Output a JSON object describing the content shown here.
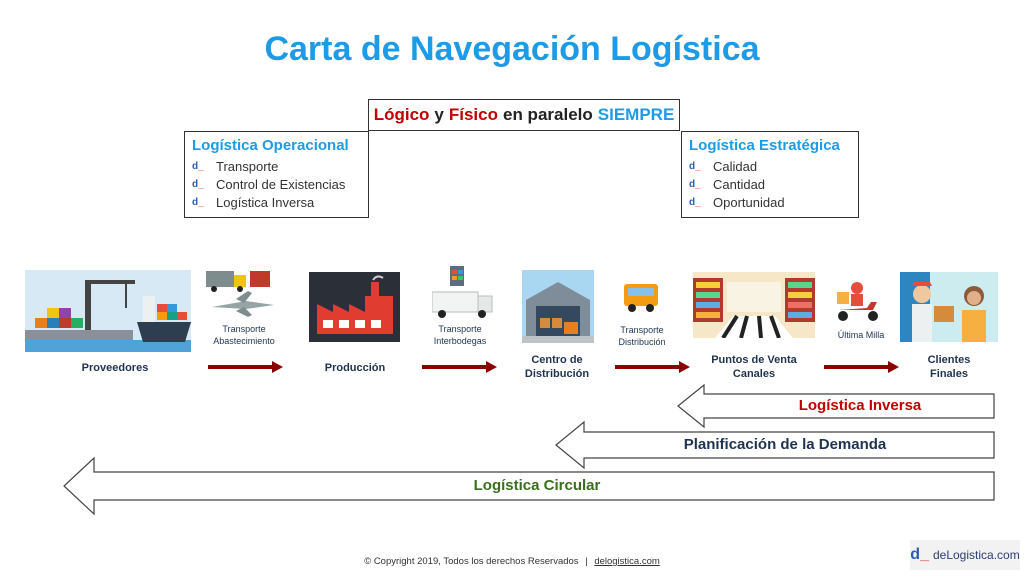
{
  "title": "Carta de Navegación Logística",
  "subtitle": {
    "part1": "Lógico",
    "part2": "y",
    "part3": "Físico",
    "part4": "en paralelo",
    "part5": "SIEMPRE"
  },
  "operational": {
    "title": "Logística Operacional",
    "items": [
      "Transporte",
      "Control de Existencias",
      "Logística Inversa"
    ]
  },
  "strategic": {
    "title": "Logística Estratégica",
    "items": [
      "Calidad",
      "Cantidad",
      "Oportunidad"
    ]
  },
  "stages": [
    {
      "label": "Proveedores"
    },
    {
      "label": "Producción"
    },
    {
      "label": "Centro de Distribución"
    },
    {
      "label": "Puntos de Venta Canales"
    },
    {
      "label": "Clientes Finales"
    }
  ],
  "transports": [
    {
      "label": "Transporte Abastecimiento"
    },
    {
      "label": "Transporte Interbodegas"
    },
    {
      "label": "Transporte Distribución"
    },
    {
      "label": "Última Milla"
    }
  ],
  "flows": {
    "inversa": "Logística Inversa",
    "demanda": "Planificación de la Demanda",
    "circular": "Logística Circular"
  },
  "colors": {
    "accent": "#1e9be6",
    "red": "#c00000",
    "navy": "#1f3350",
    "green": "#3a6e1e",
    "arrow": "#8b0000"
  },
  "footer": {
    "copyright": "© Copyright 2019, Todos los derechos Reservados",
    "separator": "|",
    "link": "delogistica.com"
  },
  "brand": {
    "mark_d": "d",
    "mark_dash": "_",
    "name": "deLogistica.com"
  }
}
